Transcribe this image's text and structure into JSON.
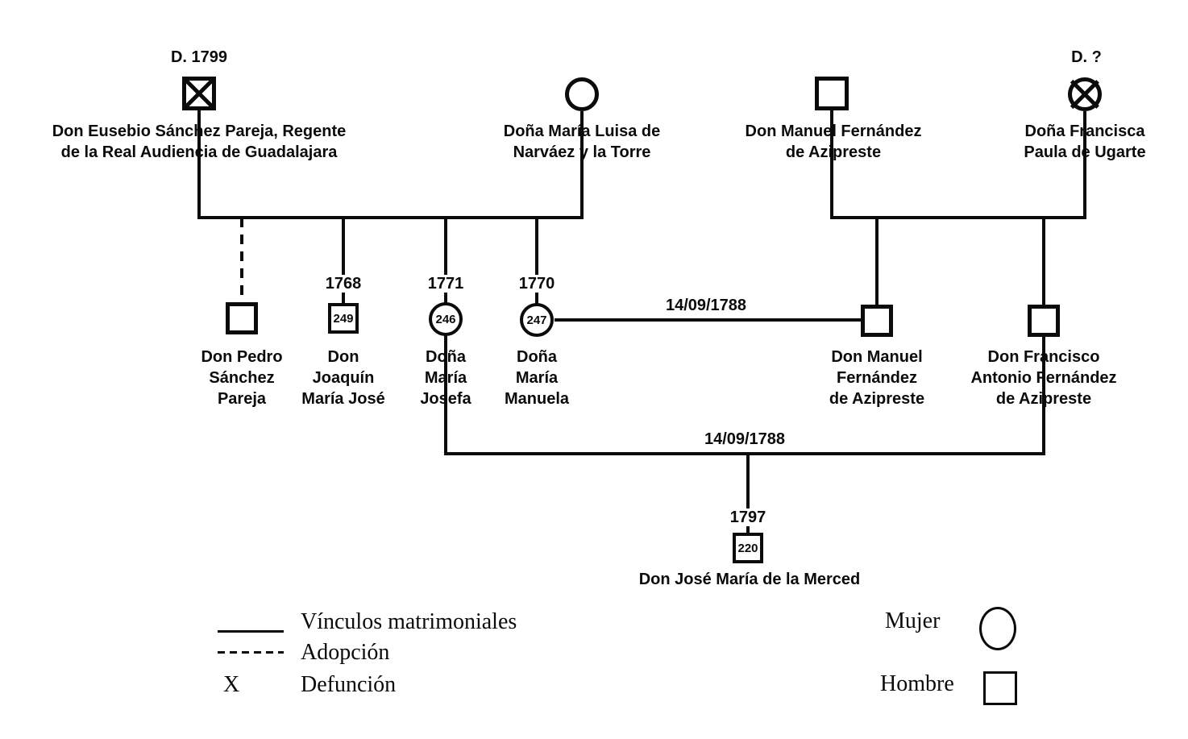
{
  "people": {
    "eusebio": {
      "death": "D. 1799",
      "name": "Don Eusebio Sánchez Pareja, Regente\nde la Real Audiencia de Guadalajara"
    },
    "maria_luisa": {
      "name": "Doña María Luisa de\nNarváez y la Torre"
    },
    "manuel_sr": {
      "name": "Don Manuel Fernández\nde Azipreste"
    },
    "francisca": {
      "death": "D. ?",
      "name": "Doña Francisca\nPaula de Ugarte"
    },
    "pedro": {
      "name": "Don Pedro\nSánchez\nPareja"
    },
    "joaquin": {
      "birth": "1768",
      "id": "249",
      "name": "Don\nJoaquín\nMaría José"
    },
    "maria_josefa": {
      "birth": "1771",
      "id": "246",
      "name": "Doña\nMaría\nJosefa"
    },
    "maria_manuela": {
      "birth": "1770",
      "id": "247",
      "name": "Doña\nMaría\nManuela"
    },
    "manuel_jr": {
      "name": "Don Manuel\nFernández\nde Azipreste"
    },
    "francisco": {
      "name": "Don Francisco\nAntonio Fernández\nde Azipreste"
    },
    "jose_maria": {
      "birth": "1797",
      "id": "220",
      "name": "Don José María de la Merced"
    }
  },
  "marriages": {
    "manuela_manuel": {
      "date": "14/09/1788"
    },
    "josefa_francisco": {
      "date": "14/09/1788"
    }
  },
  "legend": {
    "marriage_label": "Vínculos matrimoniales",
    "adoption_label": "Adopción",
    "death_symbol": "X",
    "death_label": "Defunción",
    "female_label": "Mujer",
    "male_label": "Hombre"
  },
  "colors": {
    "line": "#0b0b0b",
    "background": "#ffffff"
  }
}
